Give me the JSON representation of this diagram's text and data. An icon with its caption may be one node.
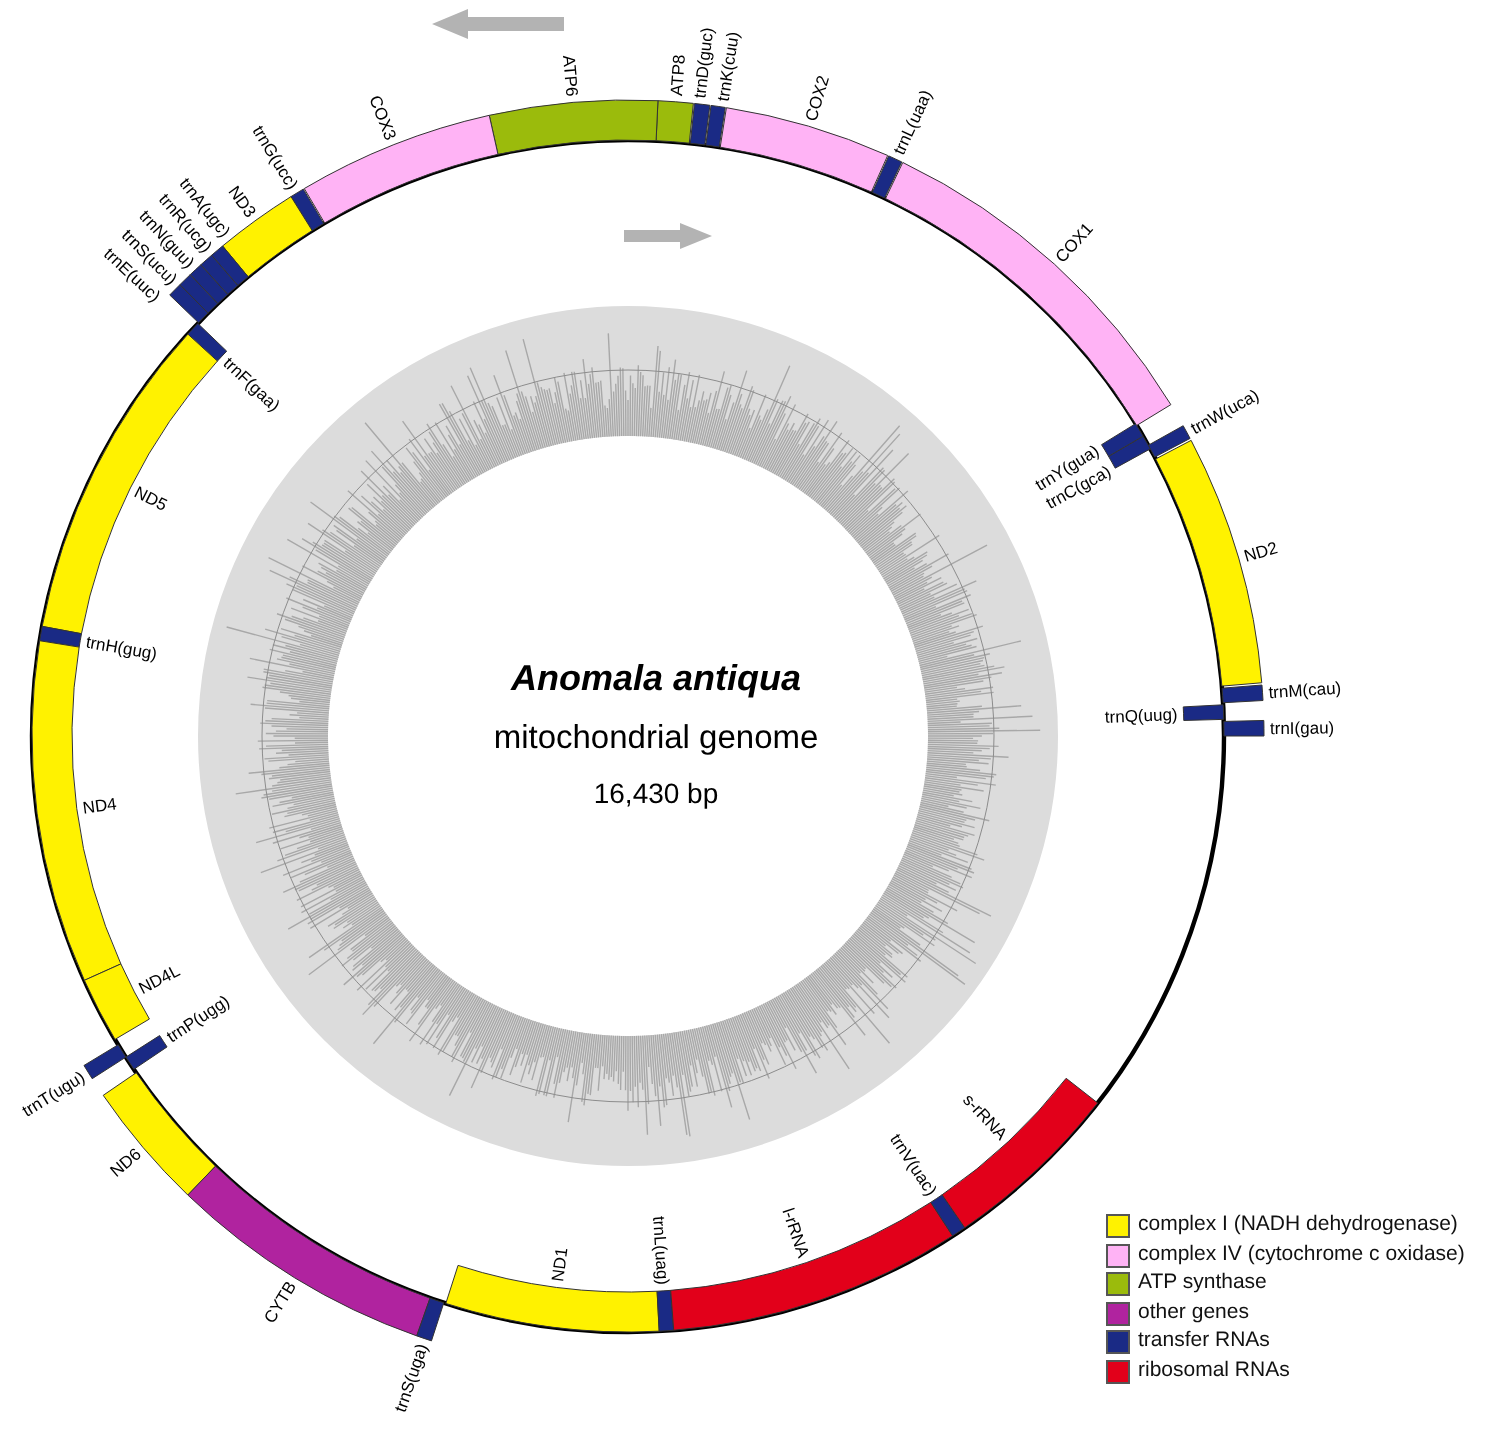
{
  "diagram": {
    "nodes": [
      {
        "text": [
          "trnI(gau)"
        ]
      },
      {
        "text": [
          "trnQ(uug)"
        ]
      },
      {
        "text": [
          "trnM(cau)"
        ]
      },
      {
        "text": [
          "ND2"
        ]
      },
      {
        "text": [
          "trnW(uca)"
        ]
      },
      {
        "text": [
          "trnC(gca)"
        ]
      },
      {
        "text": [
          "trnY(gua)"
        ]
      },
      {
        "text": [
          "COX1"
        ]
      },
      {
        "text": [
          "trnL(uaa)"
        ]
      },
      {
        "text": [
          "COX2"
        ]
      },
      {
        "text": [
          "trnK(cuu)"
        ]
      },
      {
        "text": [
          "trnD(guc)"
        ]
      },
      {
        "text": [
          "ATP8"
        ]
      },
      {
        "text": [
          "ATP6"
        ]
      },
      {
        "text": [
          "COX3"
        ]
      },
      {
        "text": [
          "trnG(ucc)"
        ]
      },
      {
        "text": [
          "ND3"
        ]
      },
      {
        "text": [
          "trnA(ugc)"
        ]
      },
      {
        "text": [
          "trnR(ucg)"
        ]
      },
      {
        "text": [
          "trnN(guu)"
        ]
      },
      {
        "text": [
          "trnS(ucu)"
        ]
      },
      {
        "text": [
          "trnE(uuc)"
        ]
      },
      {
        "text": [
          "trnF(gaa)"
        ]
      },
      {
        "text": [
          "ND5"
        ]
      },
      {
        "text": [
          "trnH(gug)"
        ]
      },
      {
        "text": [
          "ND4"
        ]
      },
      {
        "text": [
          "ND4L"
        ]
      },
      {
        "text": [
          "trnT(ugu)"
        ]
      },
      {
        "text": [
          "trnP(ugg)"
        ]
      },
      {
        "text": [
          "ND6"
        ]
      },
      {
        "text": [
          "CYTB"
        ]
      },
      {
        "text": [
          "trnS(uga)"
        ]
      },
      {
        "text": [
          "ND1"
        ]
      },
      {
        "text": [
          "trnL(uag)"
        ]
      },
      {
        "text": [
          "l-rRNA"
        ]
      },
      {
        "text": [
          "trnV(uac)"
        ]
      },
      {
        "text": [
          "s-rRNA"
        ]
      }
    ],
    "labels": [
      "Anomala antiqua",
      "mitochondrial genome",
      "16,430 bp"
    ],
    "legend": [
      {
        "text": "complex I (NADH dehydrogenase)",
        "color": "#fff200"
      },
      {
        "text": "complex IV (cytochrome c oxidase)",
        "color": "#ffb3f5"
      },
      {
        "text": "ATP synthase",
        "color": "#9bbb0c"
      },
      {
        "text": "other genes",
        "color": "#b0239f"
      },
      {
        "text": "transfer RNAs",
        "color": "#1a2a85"
      },
      {
        "text": "ribosomal RNAs",
        "color": "#e2001a"
      }
    ]
  }
}
